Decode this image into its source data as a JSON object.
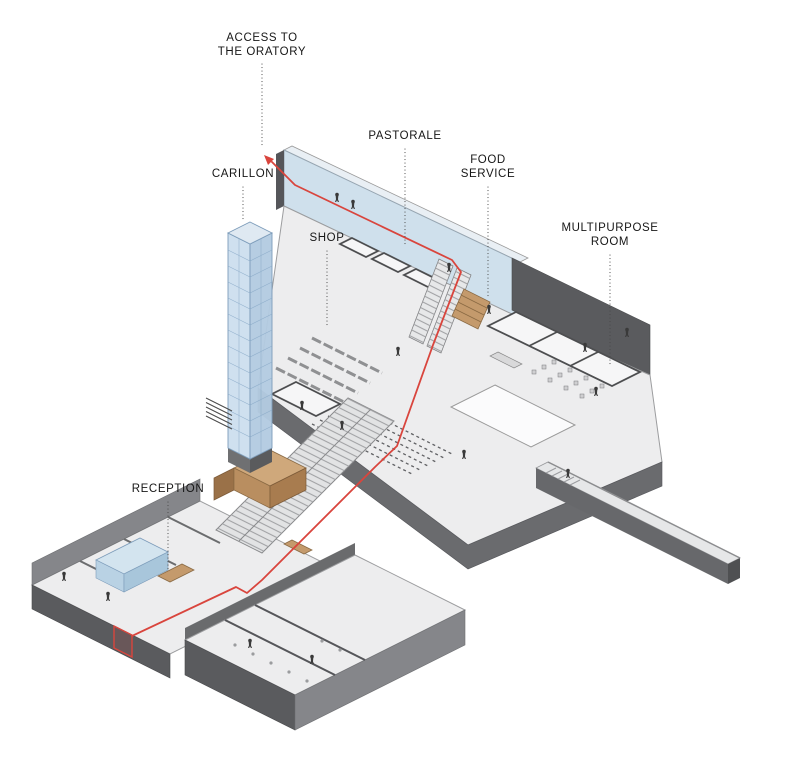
{
  "diagram": {
    "title": "Axonometric building circulation diagram",
    "labels": {
      "access_oratory": {
        "line1": "ACCESS TO",
        "line2": "THE ORATORY"
      },
      "pastorale": {
        "text": "PASTORALE"
      },
      "carillon": {
        "text": "CARILLON"
      },
      "shop": {
        "text": "SHOP"
      },
      "food_service": {
        "line1": "FOOD",
        "line2": "SERVICE"
      },
      "multipurpose_room": {
        "line1": "MULTIPURPOSE",
        "line2": "ROOM"
      },
      "reception": {
        "text": "RECEPTION"
      }
    },
    "route": {
      "name": "visitor-route",
      "color": "#d9453d"
    },
    "colors": {
      "glass_blue": "#cfe0ec",
      "tower_blue": "#b3cbe1",
      "wood": "#c49a6c",
      "floor": "#ededee",
      "dark_wall": "#5a5b5e",
      "mid_wall": "#85868a",
      "leader": "#4a4a4a",
      "label_text": "#171717"
    }
  }
}
